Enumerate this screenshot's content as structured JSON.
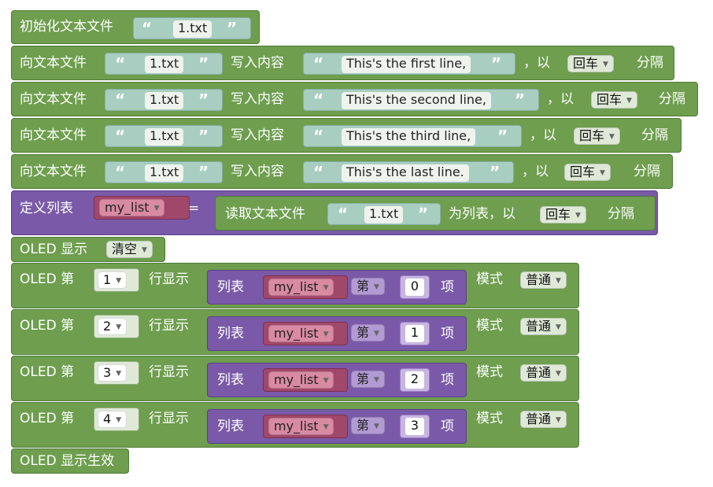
{
  "blocks": {
    "init": {
      "label": "初始化文本文件",
      "file": "1.txt"
    },
    "writes": [
      {
        "label": "向文本文件",
        "file": "1.txt",
        "mid": "写入内容",
        "content": "This's the first line,",
        "by": "，以",
        "sep": "回车",
        "end": "分隔"
      },
      {
        "label": "向文本文件",
        "file": "1.txt",
        "mid": "写入内容",
        "content": "This's the second line,",
        "by": "，以",
        "sep": "回车",
        "end": "分隔"
      },
      {
        "label": "向文本文件",
        "file": "1.txt",
        "mid": "写入内容",
        "content": "This's the third line,",
        "by": "，以",
        "sep": "回车",
        "end": "分隔"
      },
      {
        "label": "向文本文件",
        "file": "1.txt",
        "mid": "写入内容",
        "content": "This's the last line.",
        "by": "，以",
        "sep": "回车",
        "end": "分隔"
      }
    ],
    "deflist": {
      "label": "定义列表",
      "var": "my_list",
      "eq": "=",
      "read": "读取文本文件",
      "file": "1.txt",
      "as": "为列表，以",
      "sep": "回车",
      "end": "分隔"
    },
    "oled_clear": {
      "label": "OLED 显示",
      "mode": "清空"
    },
    "oled_lines": [
      {
        "label": "OLED 第",
        "line": "1",
        "show": "行显示",
        "list": "列表",
        "var": "my_list",
        "nth": "第",
        "idx": "0",
        "item": "项",
        "modelbl": "模式",
        "mode": "普通"
      },
      {
        "label": "OLED 第",
        "line": "2",
        "show": "行显示",
        "list": "列表",
        "var": "my_list",
        "nth": "第",
        "idx": "1",
        "item": "项",
        "modelbl": "模式",
        "mode": "普通"
      },
      {
        "label": "OLED 第",
        "line": "3",
        "show": "行显示",
        "list": "列表",
        "var": "my_list",
        "nth": "第",
        "idx": "2",
        "item": "项",
        "modelbl": "模式",
        "mode": "普通"
      },
      {
        "label": "OLED 第",
        "line": "4",
        "show": "行显示",
        "list": "列表",
        "var": "my_list",
        "nth": "第",
        "idx": "3",
        "item": "项",
        "modelbl": "模式",
        "mode": "普通"
      }
    ],
    "oled_apply": {
      "label": "OLED 显示生效"
    }
  },
  "quote_open": "“",
  "quote_close": "”",
  "colors": {
    "io_green": "#6e9e4e",
    "list_purple": "#7a5aa8",
    "text_teal": "#a8cec2",
    "var_red": "#a0486a"
  }
}
